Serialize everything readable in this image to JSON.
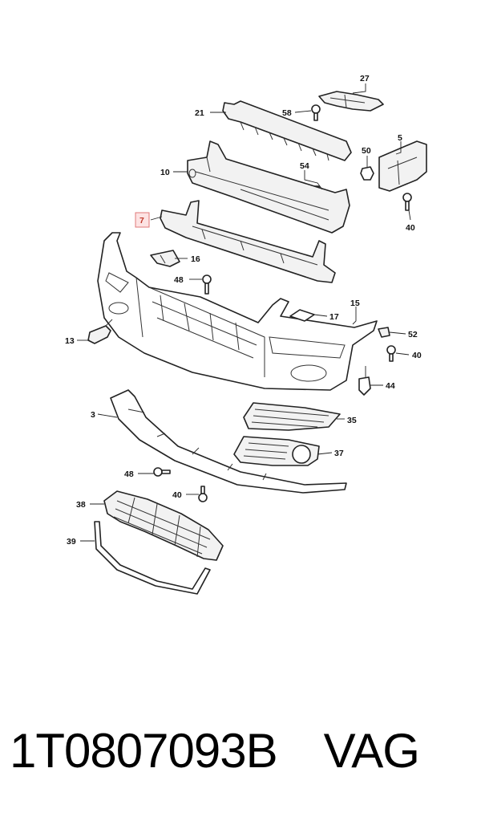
{
  "diagram": {
    "highlighted_callout": "7",
    "callouts": {
      "c27": "27",
      "c21": "21",
      "c58": "58",
      "c5": "5",
      "c50": "50",
      "c10": "10",
      "c54": "54",
      "c40a": "40",
      "c7": "7",
      "c16": "16",
      "c48a": "48",
      "c17": "17",
      "c15": "15",
      "c13": "13",
      "c52": "52",
      "c40b": "40",
      "c44": "44",
      "c3": "3",
      "c35": "35",
      "c37": "37",
      "c48b": "48",
      "c40c": "40",
      "c38": "38",
      "c39": "39"
    },
    "colors": {
      "highlight_fill": "#fde3e3",
      "highlight_stroke": "#e07a7a",
      "line": "#222222"
    }
  },
  "footer": {
    "part_number": "1T0807093B",
    "brand": "VAG"
  }
}
